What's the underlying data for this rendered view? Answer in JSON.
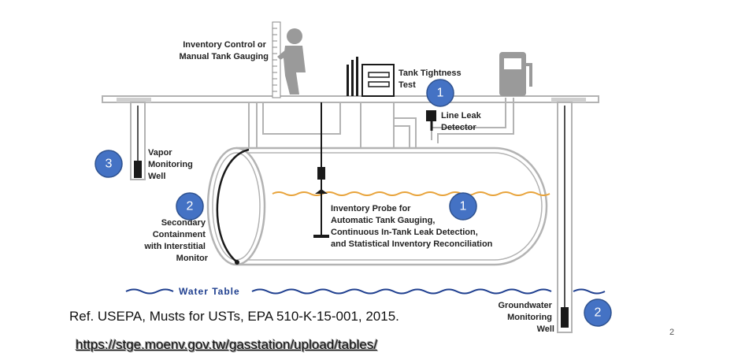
{
  "labels": {
    "inventory_control": [
      "Inventory Control or",
      "Manual Tank Gauging"
    ],
    "tank_tightness": [
      "Tank Tightness",
      "Test"
    ],
    "line_leak": [
      "Line Leak",
      "Detector"
    ],
    "vapor_well": [
      "Vapor",
      "Monitoring",
      "Well"
    ],
    "secondary": [
      "Secondary",
      "Containment",
      "with Interstitial",
      "Monitor"
    ],
    "probe": [
      "Inventory Probe for",
      "Automatic Tank Gauging,",
      "Continuous In-Tank Leak Detection,",
      "and Statistical Inventory Reconciliation"
    ],
    "water_table": "Water Table",
    "groundwater": [
      "Groundwater",
      "Monitoring",
      "Well"
    ]
  },
  "badges": {
    "tightness": "1",
    "probe": "1",
    "vapor": "3",
    "secondary": "2",
    "groundwater": "2"
  },
  "reference": "Ref. USEPA, Musts for USTs, EPA 510-K-15-001, 2015.",
  "url": "https://stge.moenv.gov.tw/gasstation/upload/tables/",
  "page_number": "2",
  "colors": {
    "line": "#b3b3b3",
    "dark": "#1a1a1a",
    "product": "#e8a33a",
    "water": "#1f3f8f",
    "badge": "#4472c4"
  }
}
